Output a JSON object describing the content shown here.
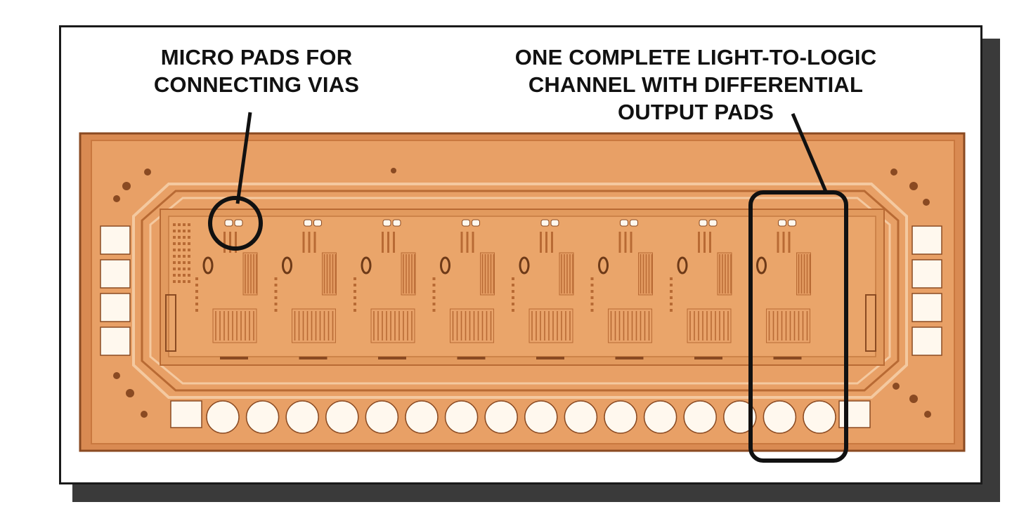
{
  "labels": {
    "micro_pads": "MICRO PADS FOR\nCONNECTING VIAS",
    "channel": "ONE COMPLETE LIGHT-TO-LOGIC\nCHANNEL WITH DIFFERENTIAL\nOUTPUT PADS"
  },
  "colors": {
    "die": "#e8a066",
    "die_edge": "#c9783f",
    "circuit": "#b86a34",
    "pad": "#fff8ee",
    "annotation": "#111111"
  },
  "chip": {
    "channel_count": 8,
    "bottom_round_pad_count": 16,
    "side_square_pad_count": 4
  },
  "icons": {
    "pointer": "leader-line",
    "highlight_circle": "circle-outline",
    "highlight_box": "rounded-rect-outline"
  }
}
